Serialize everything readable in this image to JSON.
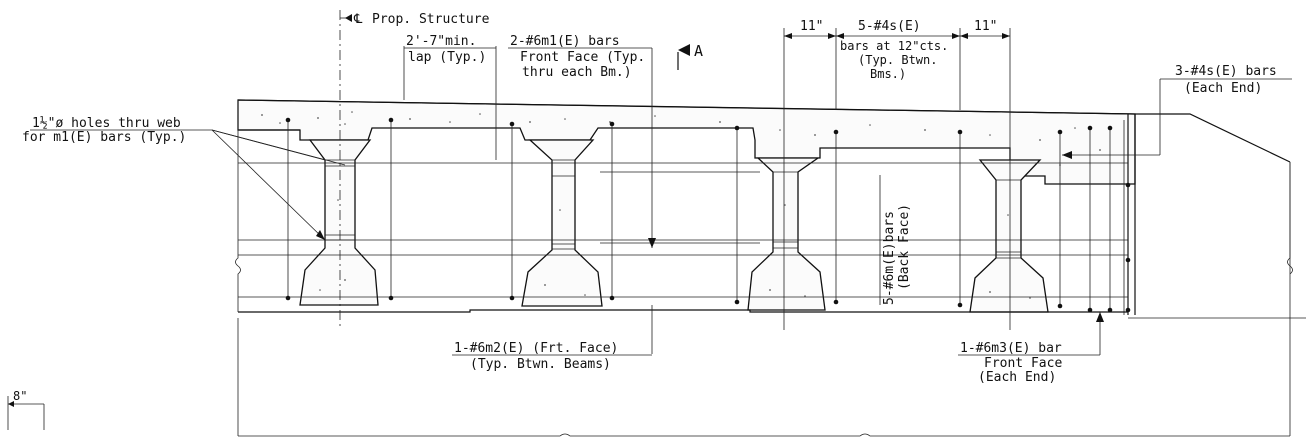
{
  "notes": {
    "centerline": "Prop. Structure",
    "centerline_symbol": "℄",
    "lap_1": "2'-7\"min.",
    "lap_2": "lap (Typ.)",
    "m1_1": "2-#6m1(E) bars",
    "m1_2": "Front Face (Typ.",
    "m1_3": "thru each Bm.)",
    "section_marker": "A",
    "dim_left": "11\"",
    "dim_mid": "5-#4s(E)",
    "dim_right": "11\"",
    "s_bars_1": "bars at 12\"cts.",
    "s_bars_2": "(Typ. Btwn.",
    "s_bars_3": "Bms.)",
    "end_bars_1": "3-#4s(E) bars",
    "end_bars_2": "(Each End)",
    "holes_1": "1½\"ø holes thru web",
    "holes_2": "for m1(E) bars (Typ.)",
    "back_face_1": "5-#6m(E)bars",
    "back_face_2": "(Back Face)",
    "m2_1": "1-#6m2(E) (Frt. Face)",
    "m2_2": "(Typ. Btwn. Beams)",
    "m3_1": "1-#6m3(E) bar",
    "m3_2": "Front Face",
    "m3_3": "(Each End)",
    "scale": "8\""
  }
}
